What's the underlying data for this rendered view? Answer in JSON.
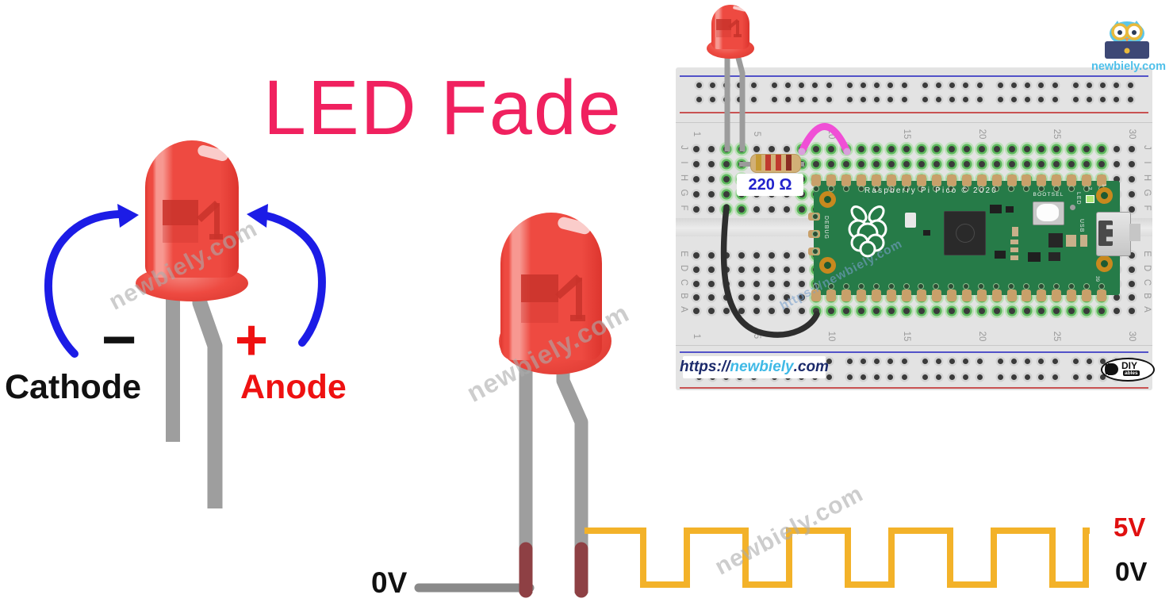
{
  "title": {
    "text": "LED Fade"
  },
  "led_polarity": {
    "minus": "−",
    "cathode": "Cathode",
    "plus": "+",
    "anode": "Anode"
  },
  "pwm": {
    "source_label": "0V",
    "high_label": "5V",
    "low_label": "0V"
  },
  "breadboard": {
    "column_numbers": [
      "1",
      "5",
      "10",
      "15",
      "20",
      "25",
      "30"
    ],
    "row_letters_top": [
      "J",
      "I",
      "H",
      "G",
      "F"
    ],
    "row_letters_bottom": [
      "E",
      "D",
      "C",
      "B",
      "A"
    ],
    "resistor_value": "220 Ω",
    "url_prefix": "https://",
    "url_name": "newbiely",
    "url_tld": ".com",
    "diy_line1": "DIY",
    "diy_line2": "ables"
  },
  "pico": {
    "board_text": "Raspberry Pi Pico © 2020",
    "bootsel_label": "BOOTSEL",
    "debug_label": "DEBUG",
    "led_label": "LED",
    "usb_label": "USB",
    "pin1": "1",
    "pin2": "2",
    "pin39": "39"
  },
  "watermark": {
    "text": "newbiely.com",
    "url_text": "https://newbiely.com"
  },
  "site_logo": {
    "caption": "newbiely.com"
  },
  "colors": {
    "title_pink": "#F0215F",
    "anode_red": "#EE1111",
    "wave_yellow": "#F3B229",
    "arrow_blue": "#1C1CE6",
    "pico_green": "#267B48",
    "led_red": "#EE4A41",
    "resistor_label_blue": "#2222CC",
    "high_label_red": "#E01010"
  }
}
